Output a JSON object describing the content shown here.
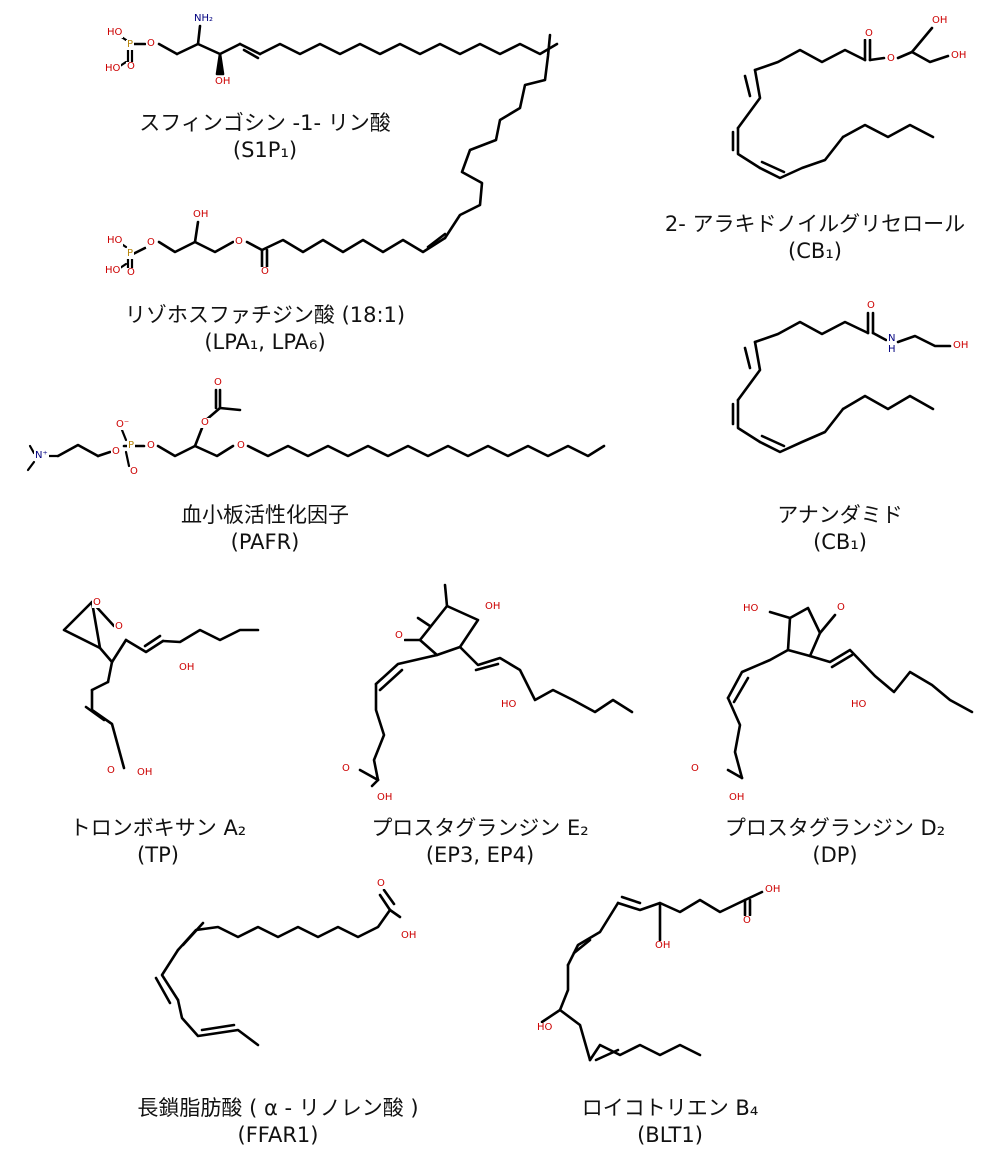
{
  "atom_labels": {
    "HO": "HO",
    "OH": "OH",
    "O": "O",
    "O_minus": "O⁻",
    "P": "P",
    "NH2": "NH₂",
    "N_plus": "N⁺",
    "H": "H",
    "N": "N"
  },
  "molecules": [
    {
      "name": "スフィンゴシン -1- リン酸",
      "receptor": "(S1P₁)"
    },
    {
      "name": "2- アラキドノイルグリセロール",
      "receptor": "(CB₁)"
    },
    {
      "name": "リゾホスファチジン酸 (18:1)",
      "receptor": "(LPA₁, LPA₆)"
    },
    {
      "name": "アナンダミド",
      "receptor": "(CB₁)"
    },
    {
      "name": "血小板活性化因子",
      "receptor": "(PAFR)"
    },
    {
      "name": "トロンボキサン A₂",
      "receptor": "(TP)"
    },
    {
      "name": "プロスタグランジン E₂",
      "receptor": "(EP3, EP4)"
    },
    {
      "name": "プロスタグランジン D₂",
      "receptor": "(DP)"
    },
    {
      "name": "長鎖脂肪酸 ( α - リノレン酸 )",
      "receptor": "(FFAR1)"
    },
    {
      "name": "ロイコトリエン B₄",
      "receptor": "(BLT1)"
    }
  ],
  "colors": {
    "oxygen": "#cc0000",
    "nitrogen": "#000080",
    "phosphorus": "#b8860b",
    "bond": "#000000"
  }
}
